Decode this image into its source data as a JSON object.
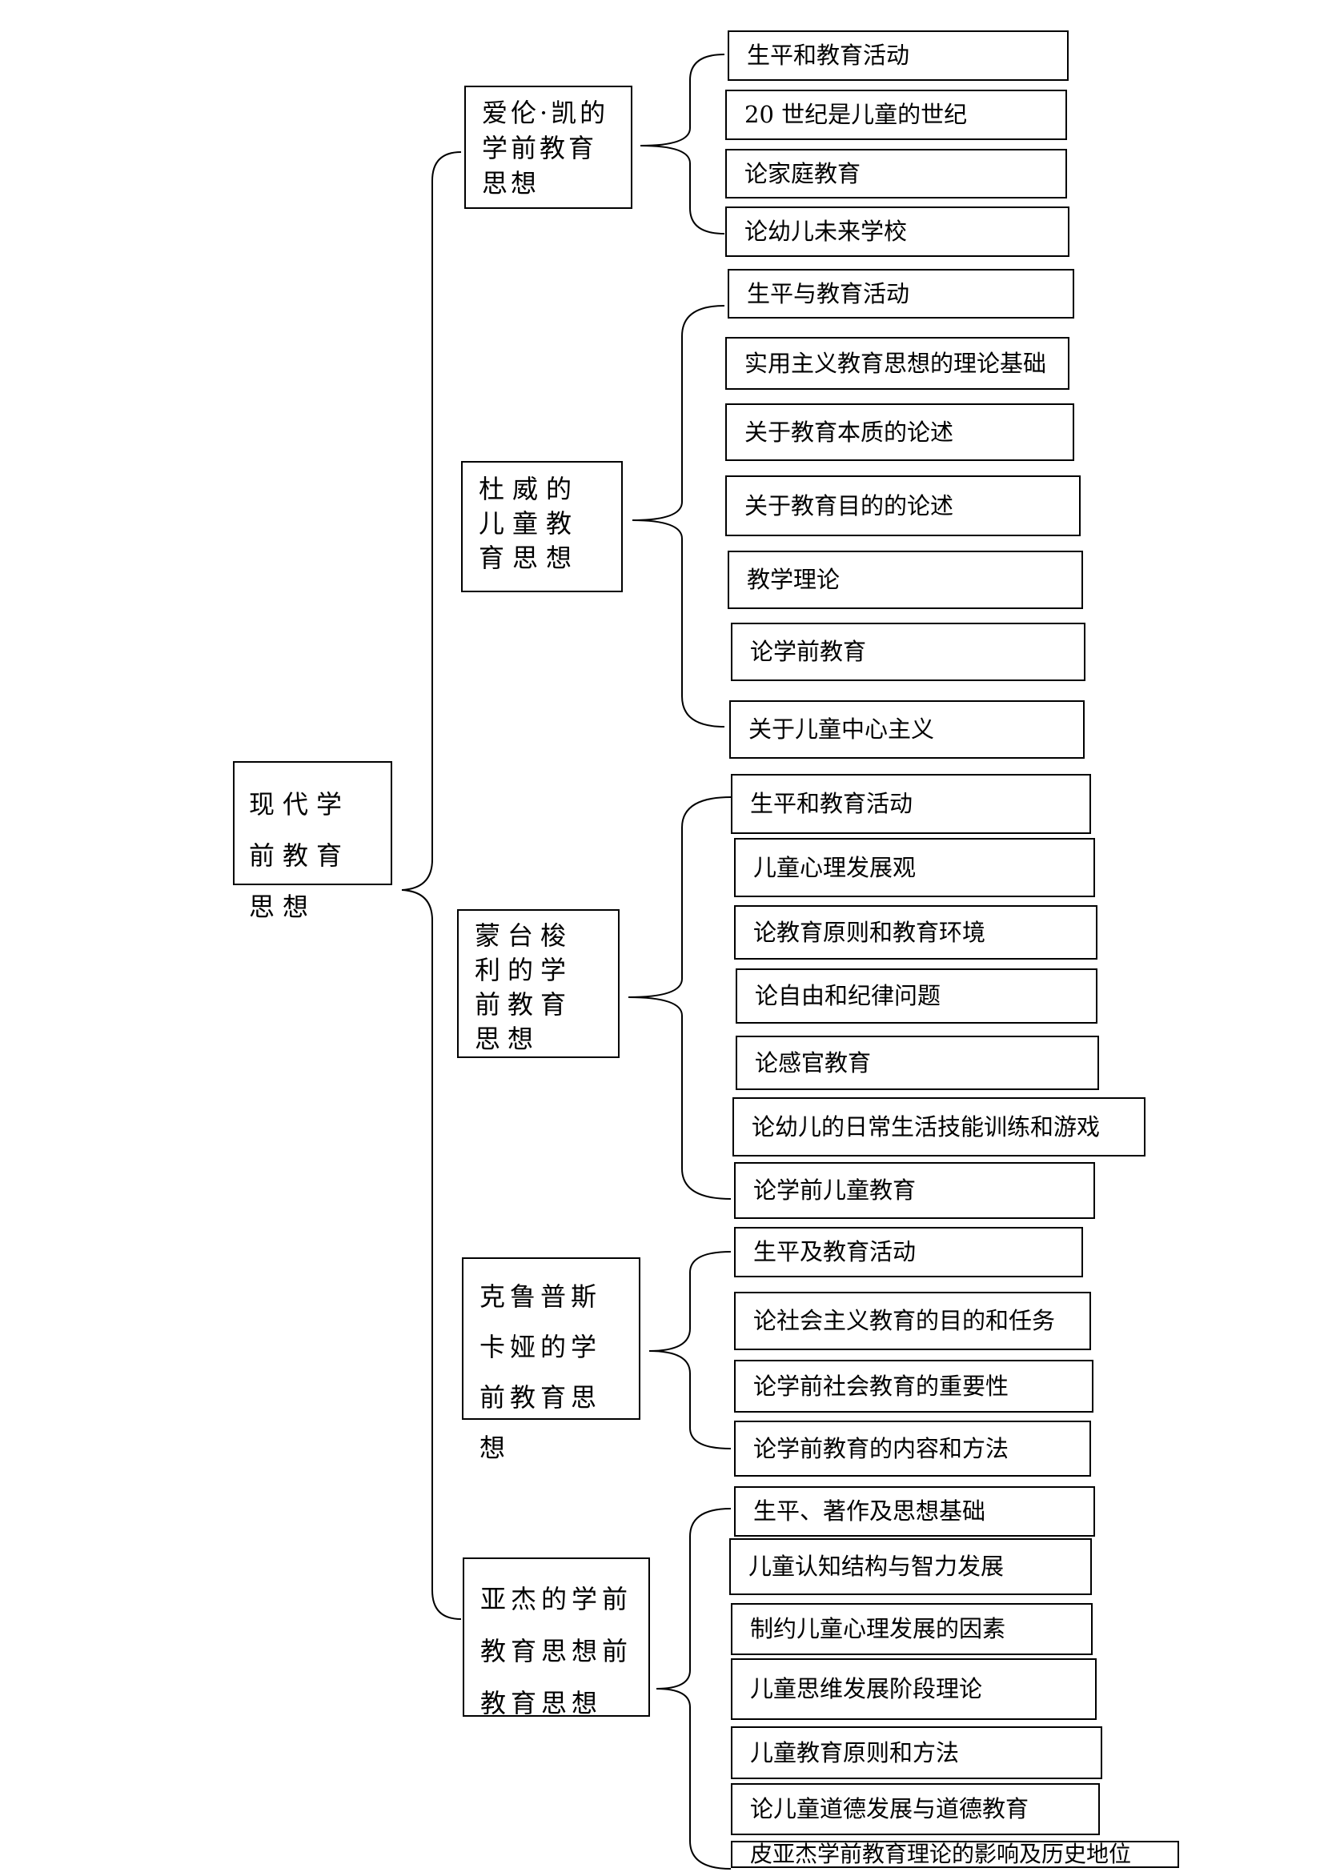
{
  "root": {
    "label": "现代学前教育思想"
  },
  "branches": [
    {
      "label": "爱伦·凯的学前教育思想",
      "items": [
        "生平和教育活动",
        "20 世纪是儿童的世纪",
        "论家庭教育",
        "论幼儿未来学校"
      ]
    },
    {
      "label": "杜威的儿童教育思想",
      "items": [
        "生平与教育活动",
        "实用主义教育思想的理论基础",
        "关于教育本质的论述",
        "关于教育目的的论述",
        "教学理论",
        "论学前教育",
        "关于儿童中心主义"
      ]
    },
    {
      "label": "蒙台梭利的学前教育思想",
      "items": [
        "生平和教育活动",
        "儿童心理发展观",
        "论教育原则和教育环境",
        "论自由和纪律问题",
        "论感官教育",
        "论幼儿的日常生活技能训练和游戏",
        "论学前儿童教育"
      ]
    },
    {
      "label": "克鲁普斯卡娅的学前教育思想",
      "items": [
        "生平及教育活动",
        "论社会主义教育的目的和任务",
        "论学前社会教育的重要性",
        "论学前教育的内容和方法"
      ]
    },
    {
      "label": "亚杰的学前教育思想前教育思想",
      "items": [
        "生平、著作及思想基础",
        "儿童认知结构与智力发展",
        "制约儿童心理发展的因素",
        "儿童思维发展阶段理论",
        "儿童教育原则和方法",
        "论儿童道德发展与道德教育",
        "皮亚杰学前教育理论的影响及历史地位"
      ]
    }
  ]
}
